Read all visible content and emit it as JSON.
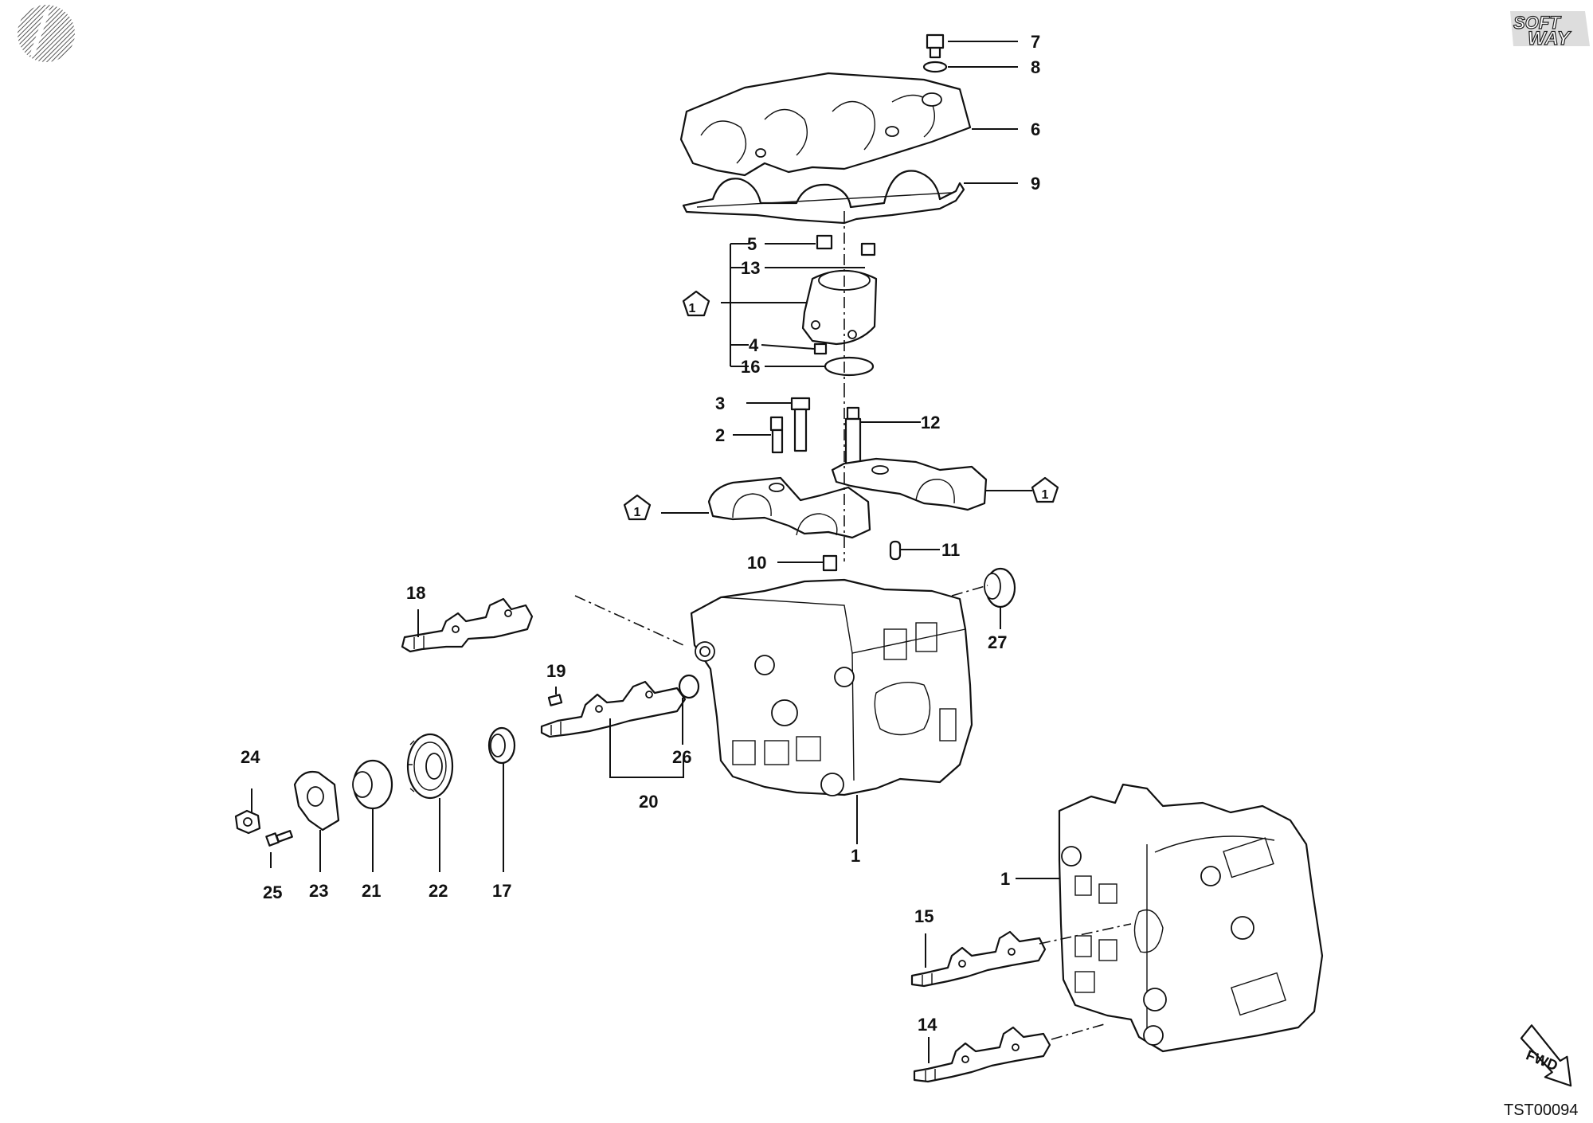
{
  "logo": {
    "icon": "disc-icon"
  },
  "brand": {
    "line1": "SOFT",
    "line2": "WAY"
  },
  "diagram_code": "TST00094",
  "fwd_label": "FWD",
  "colors": {
    "ink": "#111111",
    "paper": "#ffffff"
  },
  "callouts": {
    "c1": "1",
    "c1b": "1",
    "c2": "2",
    "c3": "3",
    "c4": "4",
    "c5": "5",
    "c6": "6",
    "c7": "7",
    "c8": "8",
    "c9": "9",
    "c10": "10",
    "c11": "11",
    "c12": "12",
    "c13": "13",
    "c14": "14",
    "c15": "15",
    "c16": "16",
    "c17": "17",
    "c18": "18",
    "c19": "19",
    "c20": "20",
    "c21": "21",
    "c22": "22",
    "c23": "23",
    "c24": "24",
    "c25": "25",
    "c26": "26",
    "c27": "27"
  },
  "refs": {
    "r1": "1",
    "r2": "1",
    "r3": "1"
  }
}
